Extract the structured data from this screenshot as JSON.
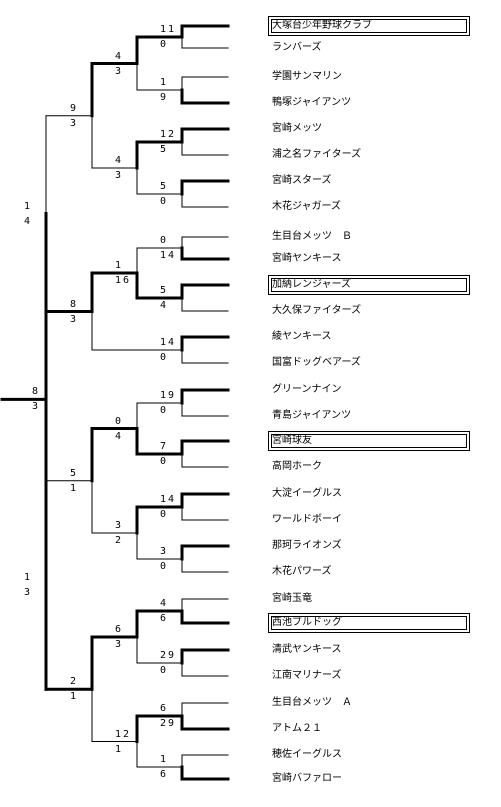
{
  "teams": [
    "大塚台少年野球クラブ",
    "ランバーズ",
    "学園サンマリン",
    "鴨塚ジャイアンツ",
    "宮崎メッツ",
    "浦之名ファイターズ",
    "宮崎スターズ",
    "木花ジャガーズ",
    "生目台メッツ　Ｂ",
    "宮崎ヤンキース",
    "加納レンジャーズ",
    "大久保ファイターズ",
    "綾ヤンキース",
    "国富ドッグベアーズ",
    "グリーンナイン",
    "青島ジャイアンツ",
    "宮崎球友",
    "高岡ホーク",
    "大淀イーグルス",
    "ワールドボーイ",
    "那珂ライオンズ",
    "木花パワーズ",
    "宮崎玉竜",
    "西池ブルドッグ",
    "清武ヤンキース",
    "江南マリナーズ",
    "生目台メッツ　Ａ",
    "アトム２１",
    "穂佐イーグルス",
    "宮崎バファロー"
  ],
  "boxed_teams": [
    0,
    10,
    16,
    23
  ],
  "scores": {
    "r1": [
      [
        "11",
        "0"
      ],
      [
        "1",
        "9"
      ],
      [
        "12",
        "5"
      ],
      [
        "5",
        "0"
      ],
      [
        "0",
        "14"
      ],
      [
        "5",
        "4"
      ],
      [
        "14",
        "0"
      ],
      [
        "19",
        "0"
      ],
      [
        "7",
        "0"
      ],
      [
        "14",
        "0"
      ],
      [
        "3",
        "0"
      ],
      [
        "4",
        "6"
      ],
      [
        "29",
        "0"
      ],
      [
        "6",
        "29"
      ],
      [
        "1",
        "6"
      ]
    ],
    "r2": [
      [
        "4",
        "3"
      ],
      [
        "4",
        "3"
      ],
      [
        "1",
        "16"
      ],
      [
        "0",
        "4"
      ],
      [
        "3",
        "2"
      ],
      [
        "6",
        "3"
      ],
      [
        "12",
        "1"
      ]
    ],
    "r3": [
      [
        "9",
        "3"
      ],
      [
        "8",
        "3"
      ],
      [
        "5",
        "1"
      ],
      [
        "2",
        "1"
      ]
    ],
    "r4": [
      [
        "1",
        "4"
      ],
      [
        "1",
        "3"
      ]
    ],
    "final": [
      "8",
      "3"
    ]
  }
}
